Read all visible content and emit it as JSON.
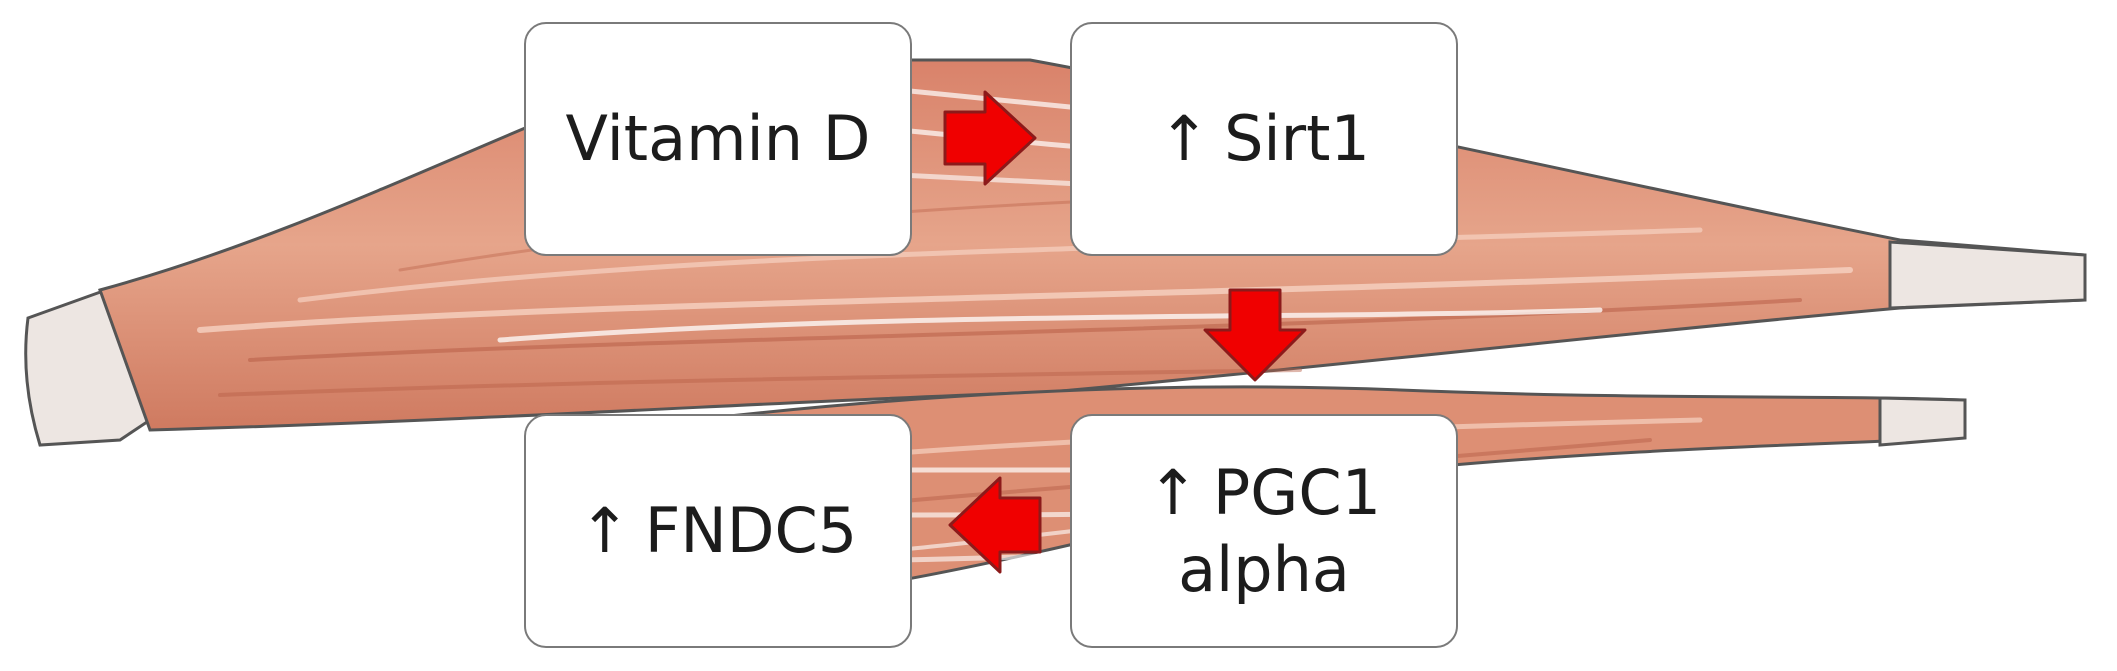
{
  "nodes": {
    "vitamin_d": {
      "label": "Vitamin D"
    },
    "sirt1": {
      "arrow": "↑",
      "label": "Sirt1"
    },
    "pgc1": {
      "arrow": "↑",
      "line1": "PGC1",
      "line2": "alpha"
    },
    "fndc5": {
      "arrow": "↑",
      "label": "FNDC5"
    }
  },
  "colors": {
    "muscle": "#e29a7f",
    "muscle_dark": "#c96a50",
    "muscle_light": "#f3c2ad",
    "tendon": "#ece6e2",
    "arrow_fill": "#f00000",
    "arrow_stroke": "#8c1a1a",
    "box_border": "#7a7a7a"
  }
}
